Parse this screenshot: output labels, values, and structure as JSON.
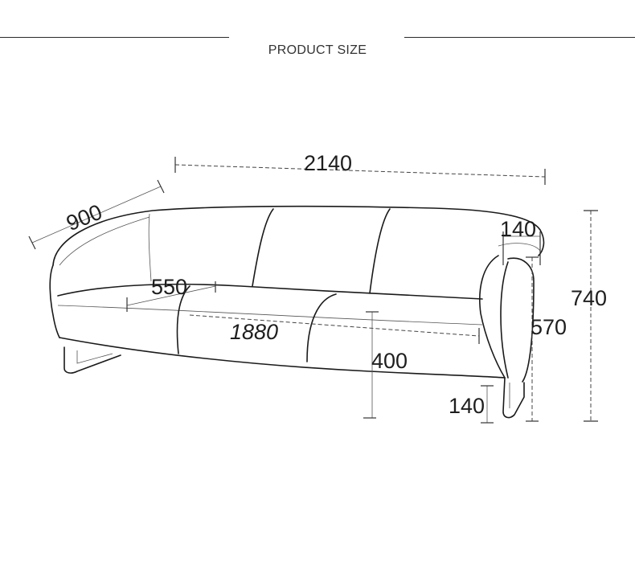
{
  "header": {
    "title": "PRODUCT SIZE"
  },
  "dimensions": {
    "overall_width": "2140",
    "depth": "900",
    "seat_depth": "550",
    "seat_width": "1880",
    "seat_height": "400",
    "armrest_width": "140",
    "arm_height": "570",
    "overall_height": "740",
    "leg_height": "140"
  }
}
